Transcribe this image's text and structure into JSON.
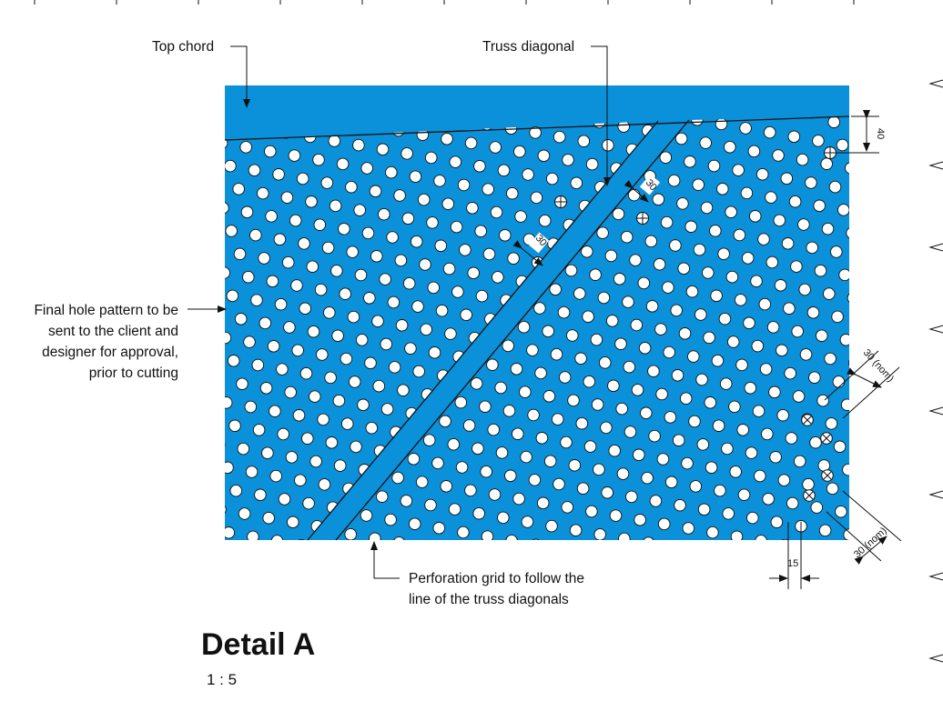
{
  "panel_color": "#0a91d9",
  "hole_color": "#ffffff",
  "line_color": "#111111",
  "callouts": {
    "top_chord": "Top chord",
    "truss_diagonal": "Truss diagonal",
    "final_pattern": [
      "Final hole pattern to be",
      "sent to the client and",
      "designer for approval,",
      "prior to cutting"
    ],
    "perforation_grid": [
      "Perforation grid to follow the",
      "line of the truss diagonals"
    ]
  },
  "dimensions": {
    "chord_edge": "40",
    "diag_left": "30",
    "diag_right": "30",
    "pitch_upper": "30 (nom)",
    "pitch_lower": "30 (nom)",
    "bottom_gap": "15"
  },
  "title": {
    "name": "Detail A",
    "scale": "1 : 5"
  },
  "icons": {
    "center_mark": "crosshair-circle-icon",
    "hole_marker": "x-circle-icon"
  }
}
